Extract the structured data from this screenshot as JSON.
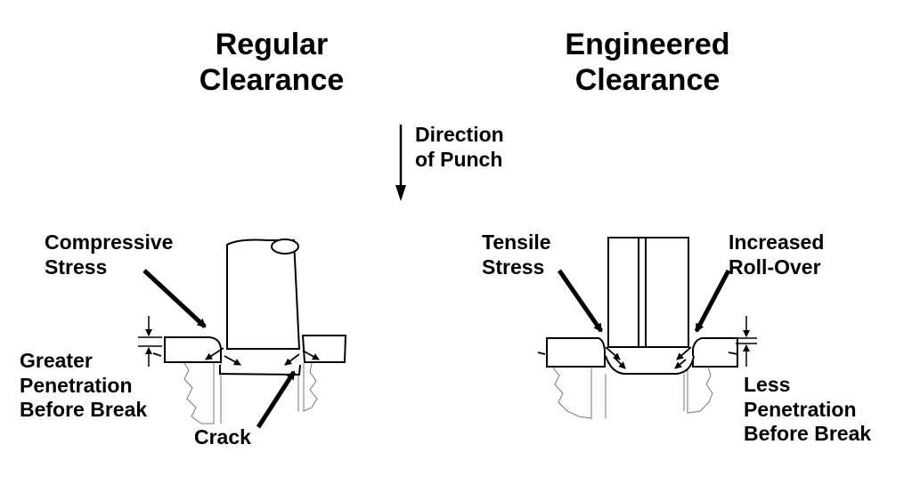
{
  "left_panel": {
    "title_line1": "Regular",
    "title_line2": "Clearance",
    "compressive_line1": "Compressive",
    "compressive_line2": "Stress",
    "penetration_line1": "Greater",
    "penetration_line2": "Penetration",
    "penetration_line3": "Before Break",
    "crack": "Crack"
  },
  "right_panel": {
    "title_line1": "Engineered",
    "title_line2": "Clearance",
    "tensile_line1": "Tensile",
    "tensile_line2": "Stress",
    "rollover_line1": "Increased",
    "rollover_line2": "Roll-Over",
    "penetration_line1": "Less",
    "penetration_line2": "Penetration",
    "penetration_line3": "Before Break"
  },
  "center": {
    "direction_line1": "Direction",
    "direction_line2": "of Punch"
  }
}
